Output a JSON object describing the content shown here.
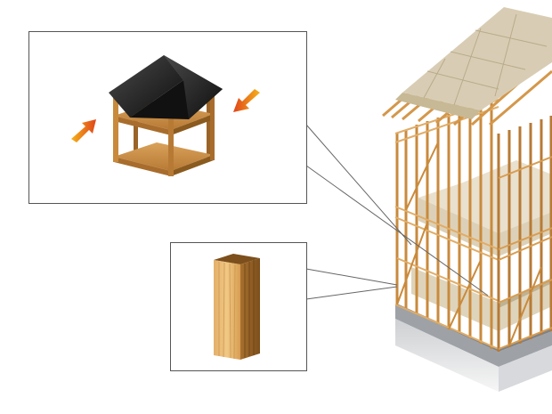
{
  "figure": {
    "elements": [
      "house-frame-illustration",
      "box-frame-callout",
      "timber-post-callout"
    ],
    "icons": {
      "box_frame": "box-frame-icon",
      "arrows": "force-arrow-icon",
      "post": "timber-post-icon"
    },
    "colors": {
      "background": "#ffffff",
      "callout_border": "#555555",
      "leader_line": "#666666",
      "wood_light": "#e8b86a",
      "wood_mid": "#c98a3c",
      "wood_dark": "#8a5a1e",
      "roof_black": "#1a1a1a",
      "roof_panel": "#d8cdb4",
      "arrow_orange": "#f08a1a",
      "arrow_red": "#e0441a",
      "foundation_gray": "#b9bcc0"
    }
  }
}
